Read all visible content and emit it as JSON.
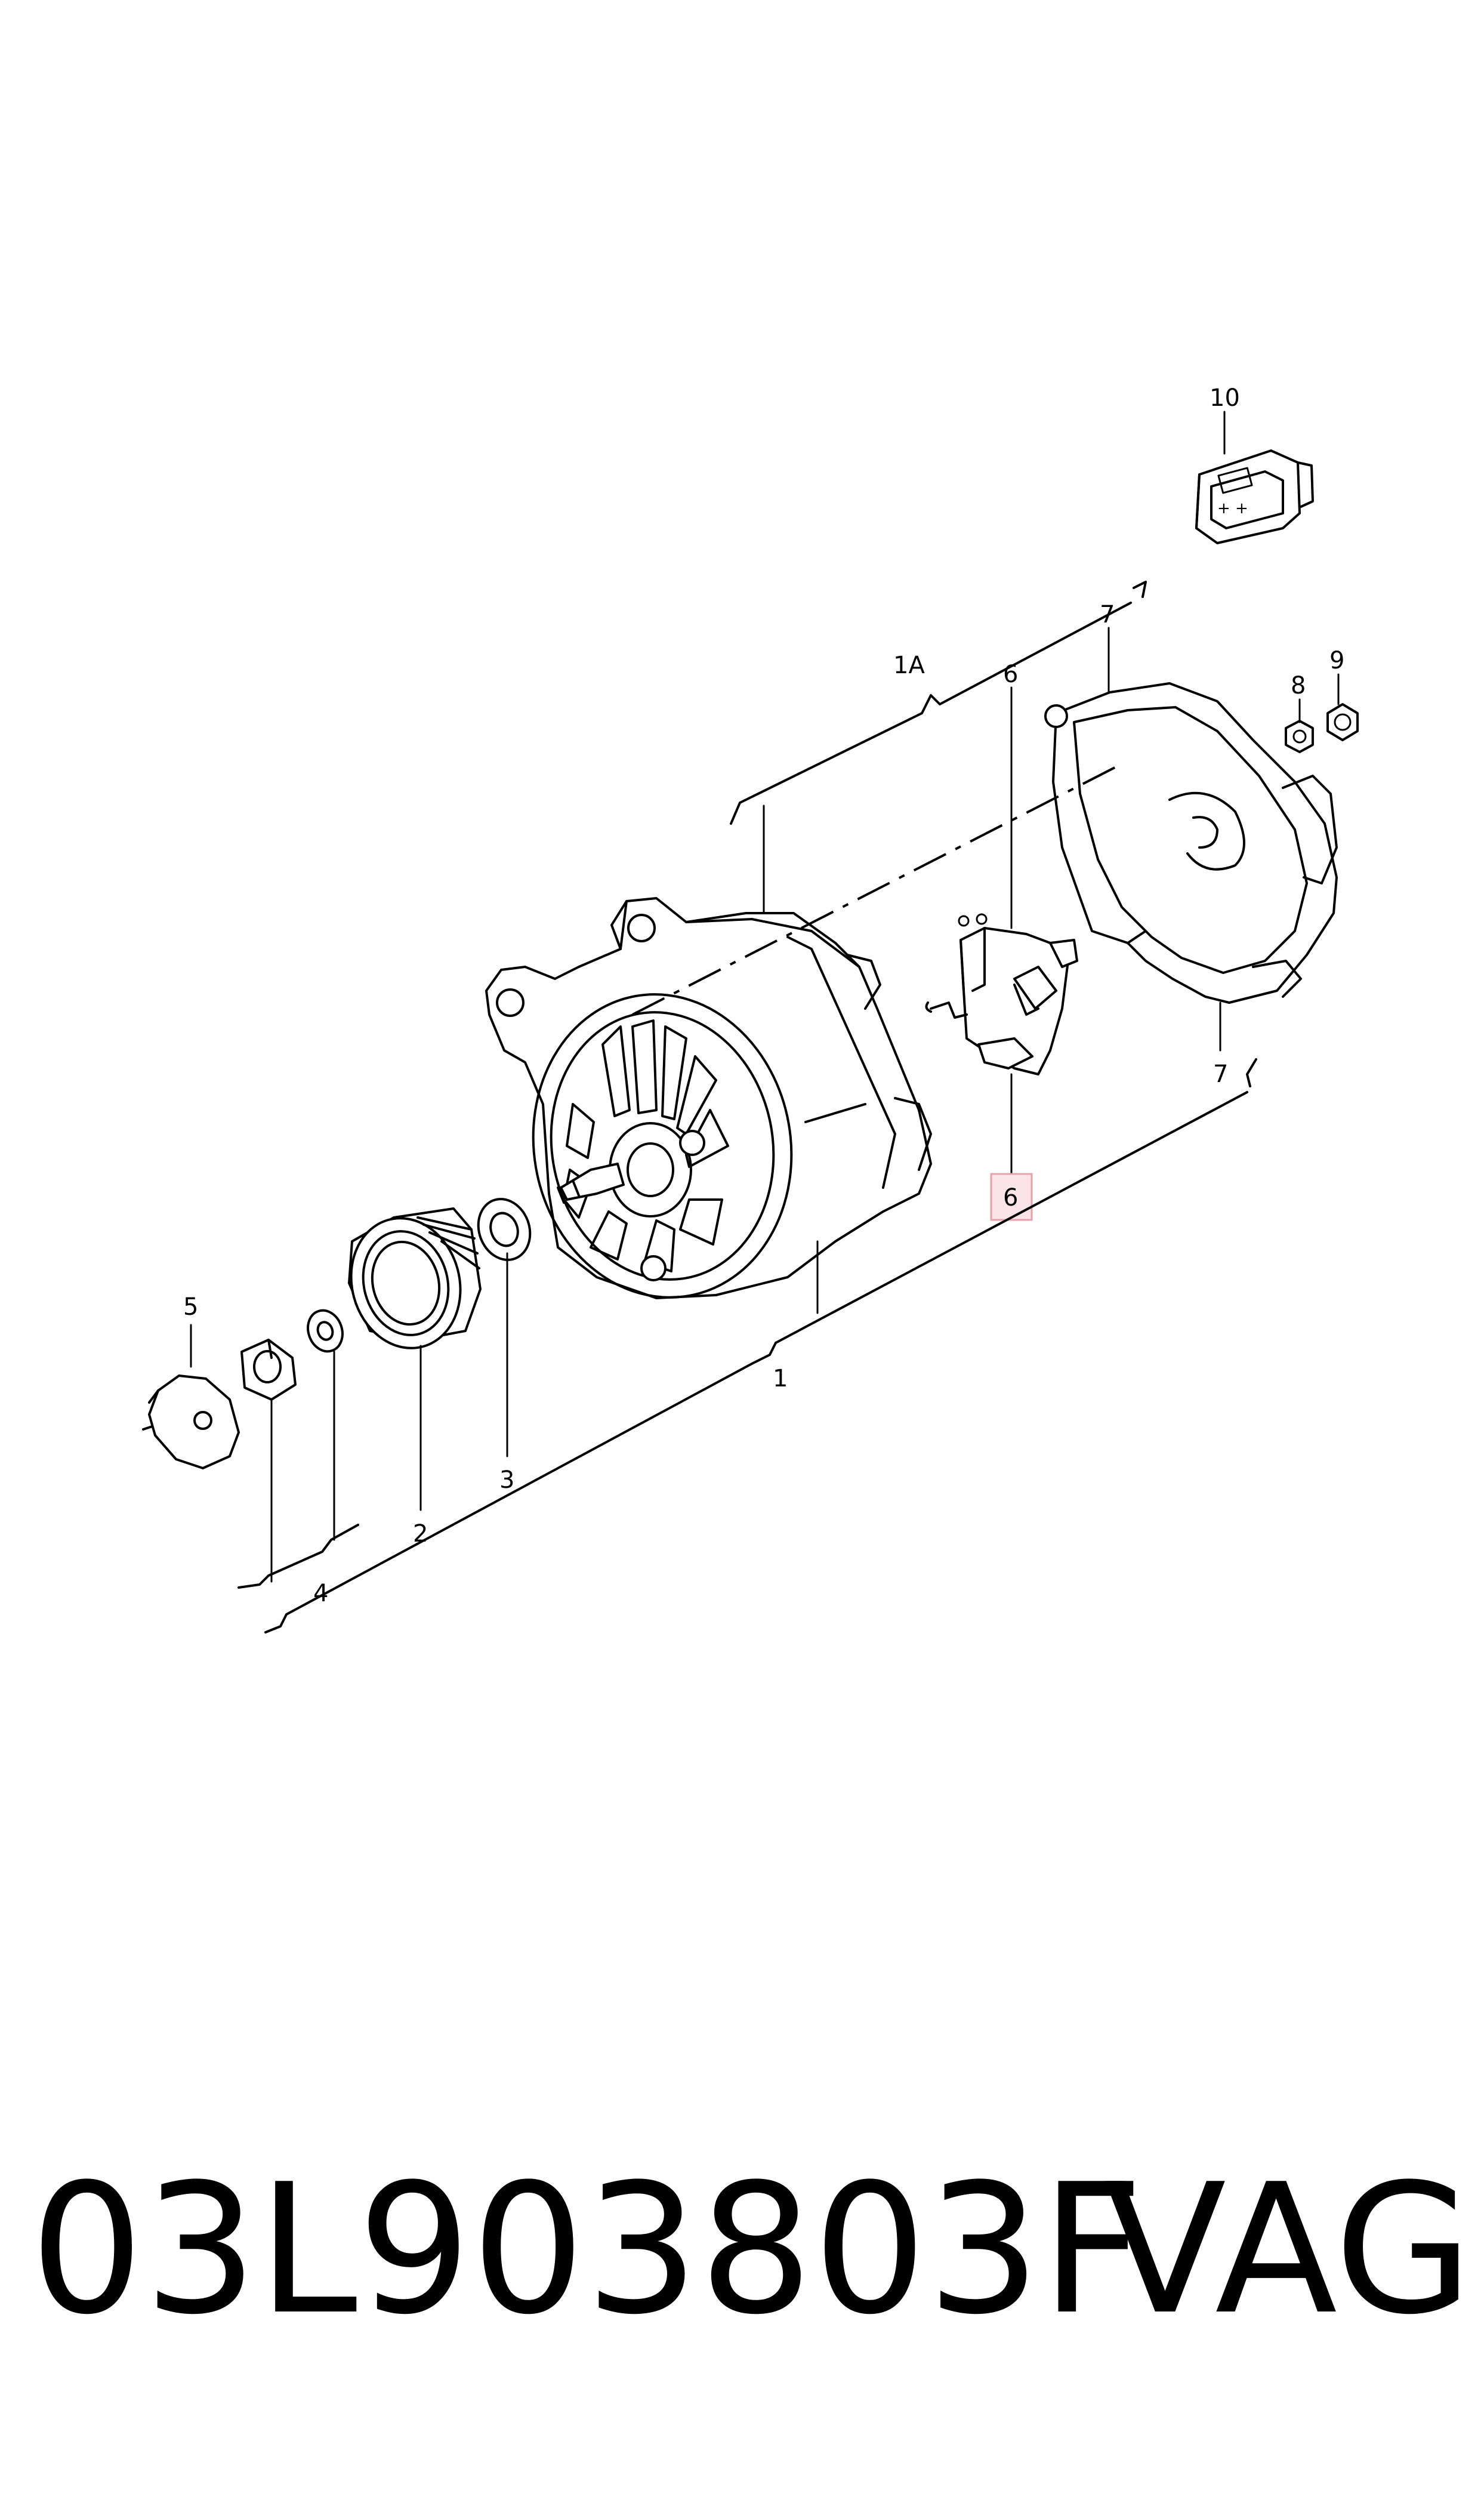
{
  "callouts": {
    "c1": "1",
    "c1a": "1A",
    "c2": "2",
    "c3": "3",
    "c4": "4",
    "c5": "5",
    "c6_top": "6",
    "c6_bottom": "6",
    "c7_top": "7",
    "c7_bottom": "7",
    "c8": "8",
    "c9": "9",
    "c10": "10"
  },
  "highlight_color": "#e8a0a8",
  "caption": {
    "part_number": "03L903803F",
    "brand": "VAG"
  }
}
